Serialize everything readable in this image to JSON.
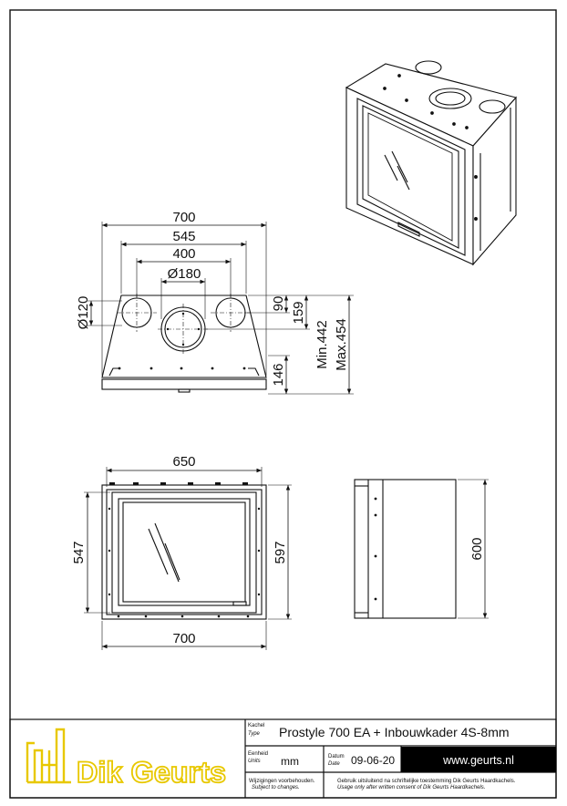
{
  "drawing": {
    "front_view": {
      "width_outer": "700",
      "width_mid": "545",
      "width_inner": "400",
      "flue_diameter": "Ø180",
      "vent_diameter": "Ø120",
      "dim_90": "90",
      "dim_159": "159",
      "dim_min": "Min.442",
      "dim_max": "Max.454",
      "dim_146": "146"
    },
    "door_view": {
      "width_top": "650",
      "width_bottom": "700",
      "height_left": "547",
      "height_right": "597"
    },
    "side_view": {
      "height": "600"
    }
  },
  "title_block": {
    "logo_text": "Dik Geurts",
    "kachel_label": "Kachel",
    "type_label": "Type",
    "product_name": "Prostyle 700 EA + Inbouwkader 4S-8mm",
    "eenheid_label": "Eenheid",
    "units_label": "Units",
    "unit_value": "mm",
    "datum_label": "Datum",
    "date_label": "Date",
    "date_value": "09-06-20",
    "website": "www.geurts.nl",
    "notice_left_1": "Wijzigingen voorbehouden.",
    "notice_left_2": "Subject to changes.",
    "notice_right_1": "Gebruik uitsluitend na schriftelijke toestemming Dik Geurts Haardkachels.",
    "notice_right_2": "Usage only after written consent of Dik Geurts Haardkachels."
  }
}
